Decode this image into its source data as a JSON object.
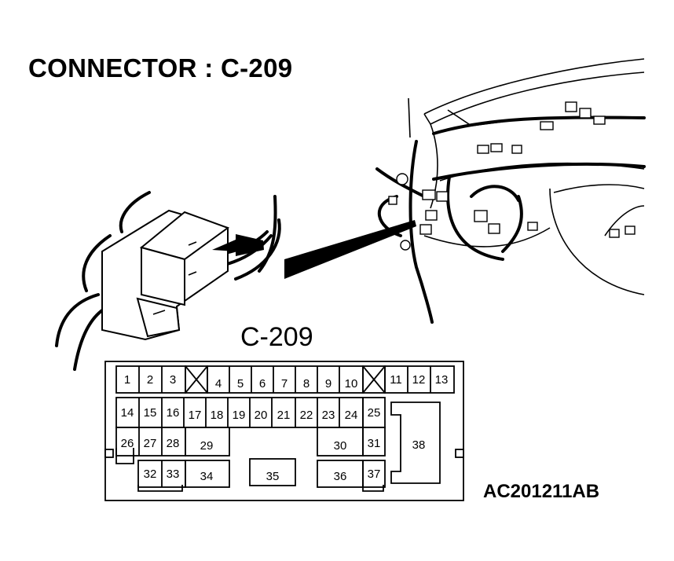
{
  "title": "CONNECTOR : C-209",
  "connector_label": "C-209",
  "diagram_code": "AC201211AB",
  "pins": [
    {
      "id": "1",
      "label": "1"
    },
    {
      "id": "2",
      "label": "2"
    },
    {
      "id": "3",
      "label": "3"
    },
    {
      "id": "4",
      "label": "4"
    },
    {
      "id": "5",
      "label": "5"
    },
    {
      "id": "6",
      "label": "6"
    },
    {
      "id": "7",
      "label": "7"
    },
    {
      "id": "8",
      "label": "8"
    },
    {
      "id": "9",
      "label": "9"
    },
    {
      "id": "10",
      "label": "10"
    },
    {
      "id": "11",
      "label": "11"
    },
    {
      "id": "12",
      "label": "12"
    },
    {
      "id": "13",
      "label": "13"
    },
    {
      "id": "14",
      "label": "14"
    },
    {
      "id": "15",
      "label": "15"
    },
    {
      "id": "16",
      "label": "16"
    },
    {
      "id": "17",
      "label": "17"
    },
    {
      "id": "18",
      "label": "18"
    },
    {
      "id": "19",
      "label": "19"
    },
    {
      "id": "20",
      "label": "20"
    },
    {
      "id": "21",
      "label": "21"
    },
    {
      "id": "22",
      "label": "22"
    },
    {
      "id": "23",
      "label": "23"
    },
    {
      "id": "24",
      "label": "24"
    },
    {
      "id": "25",
      "label": "25"
    },
    {
      "id": "26",
      "label": "26"
    },
    {
      "id": "27",
      "label": "27"
    },
    {
      "id": "28",
      "label": "28"
    },
    {
      "id": "29",
      "label": "29"
    },
    {
      "id": "30",
      "label": "30"
    },
    {
      "id": "31",
      "label": "31"
    },
    {
      "id": "32",
      "label": "32"
    },
    {
      "id": "33",
      "label": "33"
    },
    {
      "id": "34",
      "label": "34"
    },
    {
      "id": "35",
      "label": "35"
    },
    {
      "id": "36",
      "label": "36"
    },
    {
      "id": "37",
      "label": "37"
    },
    {
      "id": "38",
      "label": "38"
    }
  ]
}
